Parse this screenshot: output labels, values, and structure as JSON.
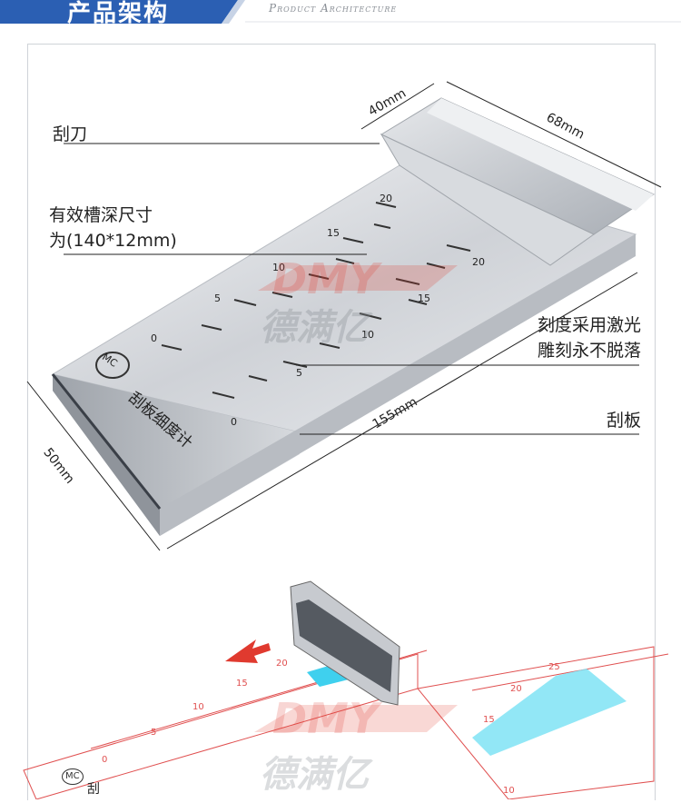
{
  "header": {
    "title": "产品架构",
    "subtitle": "Product Architecture"
  },
  "labels": {
    "scraper": "刮刀",
    "groove_line1": "有效槽深尺寸",
    "groove_line2": "为(140*12mm)",
    "laser_line1": "刻度采用激光",
    "laser_line2": "雕刻永不脱落",
    "plate": "刮板"
  },
  "dimensions": {
    "width_40": "40mm",
    "length_68": "68mm",
    "length_155": "155mm",
    "width_50": "50mm"
  },
  "gauge": {
    "brand_badge": "MC",
    "name": "刮板细度计",
    "left_scale": [
      "20",
      "15",
      "10",
      "5",
      "0"
    ],
    "right_scale": [
      "20",
      "15",
      "10",
      "5",
      "0"
    ]
  },
  "diagram": {
    "left_scale": [
      "20",
      "15",
      "10",
      "5",
      "0"
    ],
    "right_scale": [
      "25",
      "20",
      "15",
      "10"
    ],
    "badge": "MC",
    "badge_text": "刮"
  },
  "watermark": {
    "brand": "DMY",
    "cn": "德满亿"
  },
  "colors": {
    "header_blue": "#2b5fb3",
    "accent_red": "#e03a2f",
    "cyan": "#3fd0ee",
    "aluminum": "#c9ccd1"
  }
}
